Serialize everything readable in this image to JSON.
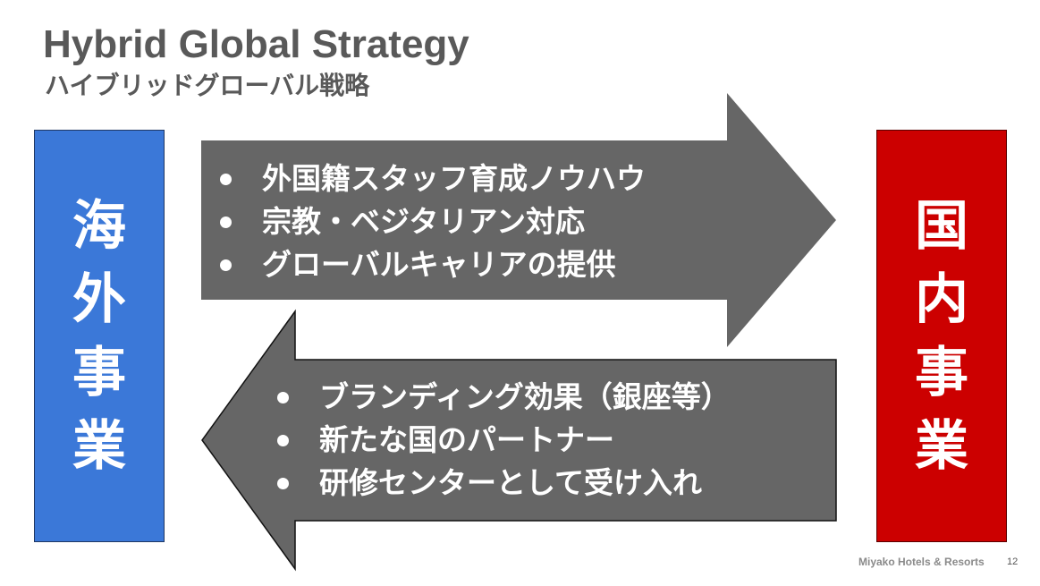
{
  "slide": {
    "title": "Hybrid Global Strategy",
    "subtitle": "ハイブリッドグローバル戦略",
    "page_number": "12",
    "brand": "Miyako Hotels & Resorts"
  },
  "boxes": {
    "left": {
      "chars": [
        "海",
        "外",
        "事",
        "業"
      ],
      "label": "海外事業",
      "color": "#3b78d8"
    },
    "right": {
      "chars": [
        "国",
        "内",
        "事",
        "業"
      ],
      "label": "国内事業",
      "color": "#cc0000"
    }
  },
  "arrows": {
    "color": "#666666",
    "to_domestic": {
      "direction": "right",
      "items": [
        "外国籍スタッフ育成ノウハウ",
        "宗教・ベジタリアン対応",
        "グローバルキャリアの提供"
      ]
    },
    "to_overseas": {
      "direction": "left",
      "items": [
        "ブランディング効果（銀座等）",
        "新たな国のパートナー",
        "研修センターとして受け入れ"
      ]
    }
  }
}
